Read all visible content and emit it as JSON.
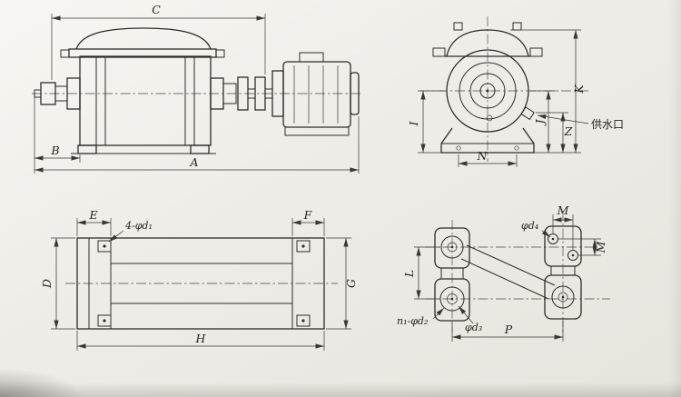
{
  "drawing": {
    "paper_color": "#efede8",
    "ink_color": "#2e2c29",
    "views": {
      "side": {
        "dim_c": "C",
        "dim_b": "B",
        "dim_a": "A"
      },
      "end": {
        "dim_i": "I",
        "dim_j": "J",
        "dim_z": "Z",
        "dim_k": "K",
        "dim_n": "N",
        "water_inlet_label": "供水口"
      },
      "base": {
        "dim_e": "E",
        "dim_f": "F",
        "dim_d": "D",
        "dim_g": "G",
        "dim_h": "H",
        "callout_corner_holes": "4-φd₁"
      },
      "mount": {
        "dim_m_top": "M",
        "dim_m_side": "M",
        "dim_l": "L",
        "dim_p": "P",
        "callout_d4": "φd₄",
        "callout_d2": "n₁-φd₂",
        "callout_d3": "φd₃"
      }
    }
  }
}
